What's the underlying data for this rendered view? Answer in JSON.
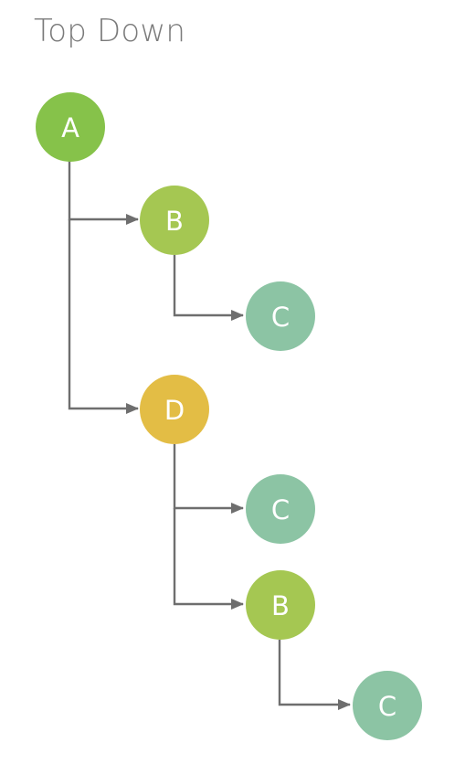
{
  "title": "Top Down",
  "colors": {
    "connector": "#6e6e6e",
    "text": "#ffffff"
  },
  "nodes": [
    {
      "id": "n-a",
      "label": "A",
      "color": "#86c24a"
    },
    {
      "id": "n-b1",
      "label": "B",
      "color": "#a5c752"
    },
    {
      "id": "n-c1",
      "label": "C",
      "color": "#8cc4a4"
    },
    {
      "id": "n-d",
      "label": "D",
      "color": "#e3bd45"
    },
    {
      "id": "n-c2",
      "label": "C",
      "color": "#8cc4a4"
    },
    {
      "id": "n-b2",
      "label": "B",
      "color": "#a5c752"
    },
    {
      "id": "n-c3",
      "label": "C",
      "color": "#8cc4a4"
    }
  ],
  "edges": [
    {
      "from": "A",
      "to": "B"
    },
    {
      "from": "B",
      "to": "C"
    },
    {
      "from": "A",
      "to": "D"
    },
    {
      "from": "D",
      "to": "C"
    },
    {
      "from": "D",
      "to": "B"
    },
    {
      "from": "B",
      "to": "C"
    }
  ]
}
